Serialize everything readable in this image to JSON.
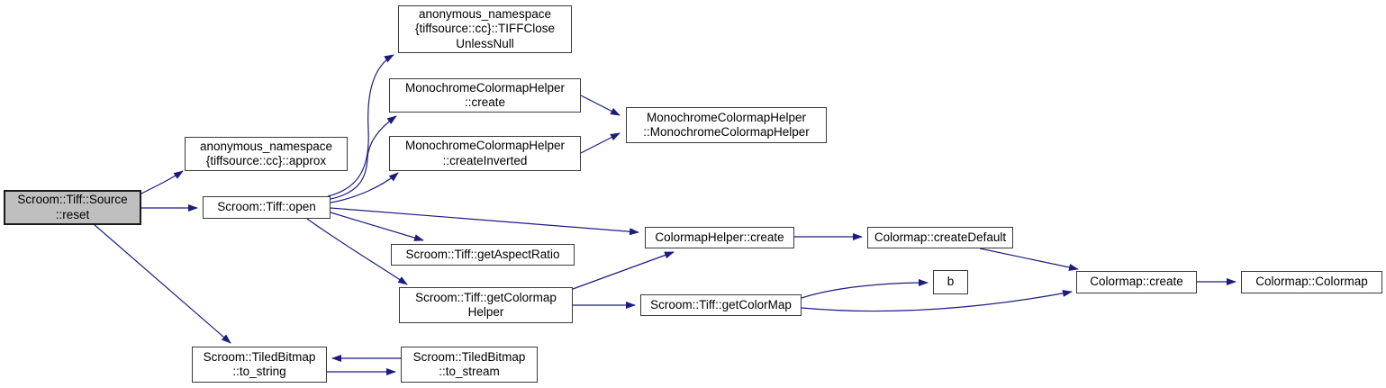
{
  "diagram": {
    "type": "call-graph",
    "colors": {
      "edge": "#1c1c80",
      "border": "#3a3a3a",
      "node-fill": "#ffffff",
      "hl-fill": "#bfbfbf"
    },
    "nodes": [
      {
        "id": "reset",
        "label": "Scroom::Tiff::Source\n::reset",
        "highlighted": true
      },
      {
        "id": "approx",
        "label": "anonymous_namespace\n{tiffsource::cc}::approx"
      },
      {
        "id": "open",
        "label": "Scroom::Tiff::open"
      },
      {
        "id": "tiffclose-unless-null",
        "label": "anonymous_namespace\n{tiffsource::cc}::TIFFClose\nUnlessNull"
      },
      {
        "id": "monochrome-create",
        "label": "MonochromeColormapHelper\n::create"
      },
      {
        "id": "monochrome-create-inverted",
        "label": "MonochromeColormapHelper\n::createInverted"
      },
      {
        "id": "monochrome-ctor",
        "label": "MonochromeColormapHelper\n::MonochromeColormapHelper"
      },
      {
        "id": "get-aspect-ratio",
        "label": "Scroom::Tiff::getAspectRatio"
      },
      {
        "id": "colormap-helper-create",
        "label": "ColormapHelper::create"
      },
      {
        "id": "get-colormap-helper",
        "label": "Scroom::Tiff::getColormap\nHelper"
      },
      {
        "id": "get-colormap",
        "label": "Scroom::Tiff::getColorMap"
      },
      {
        "id": "colormap-create-default",
        "label": "Colormap::createDefault"
      },
      {
        "id": "b",
        "label": "b"
      },
      {
        "id": "colormap-create",
        "label": "Colormap::create"
      },
      {
        "id": "colormap-colormap",
        "label": "Colormap::Colormap"
      },
      {
        "id": "to-string",
        "label": "Scroom::TiledBitmap\n::to_string"
      },
      {
        "id": "to-stream",
        "label": "Scroom::TiledBitmap\n::to_stream"
      }
    ],
    "edges": [
      {
        "from": "reset",
        "to": "approx"
      },
      {
        "from": "reset",
        "to": "open"
      },
      {
        "from": "reset",
        "to": "to-string"
      },
      {
        "from": "open",
        "to": "tiffclose-unless-null"
      },
      {
        "from": "open",
        "to": "monochrome-create"
      },
      {
        "from": "open",
        "to": "monochrome-create-inverted"
      },
      {
        "from": "open",
        "to": "colormap-helper-create"
      },
      {
        "from": "open",
        "to": "get-aspect-ratio"
      },
      {
        "from": "open",
        "to": "get-colormap-helper"
      },
      {
        "from": "monochrome-create",
        "to": "monochrome-ctor"
      },
      {
        "from": "monochrome-create-inverted",
        "to": "monochrome-ctor"
      },
      {
        "from": "get-colormap-helper",
        "to": "colormap-helper-create"
      },
      {
        "from": "get-colormap-helper",
        "to": "get-colormap"
      },
      {
        "from": "colormap-helper-create",
        "to": "colormap-create-default"
      },
      {
        "from": "colormap-create-default",
        "to": "colormap-create"
      },
      {
        "from": "get-colormap",
        "to": "b"
      },
      {
        "from": "get-colormap",
        "to": "colormap-create"
      },
      {
        "from": "colormap-create",
        "to": "colormap-colormap"
      },
      {
        "from": "to-string",
        "to": "to-stream"
      },
      {
        "from": "to-stream",
        "to": "to-string"
      }
    ]
  }
}
